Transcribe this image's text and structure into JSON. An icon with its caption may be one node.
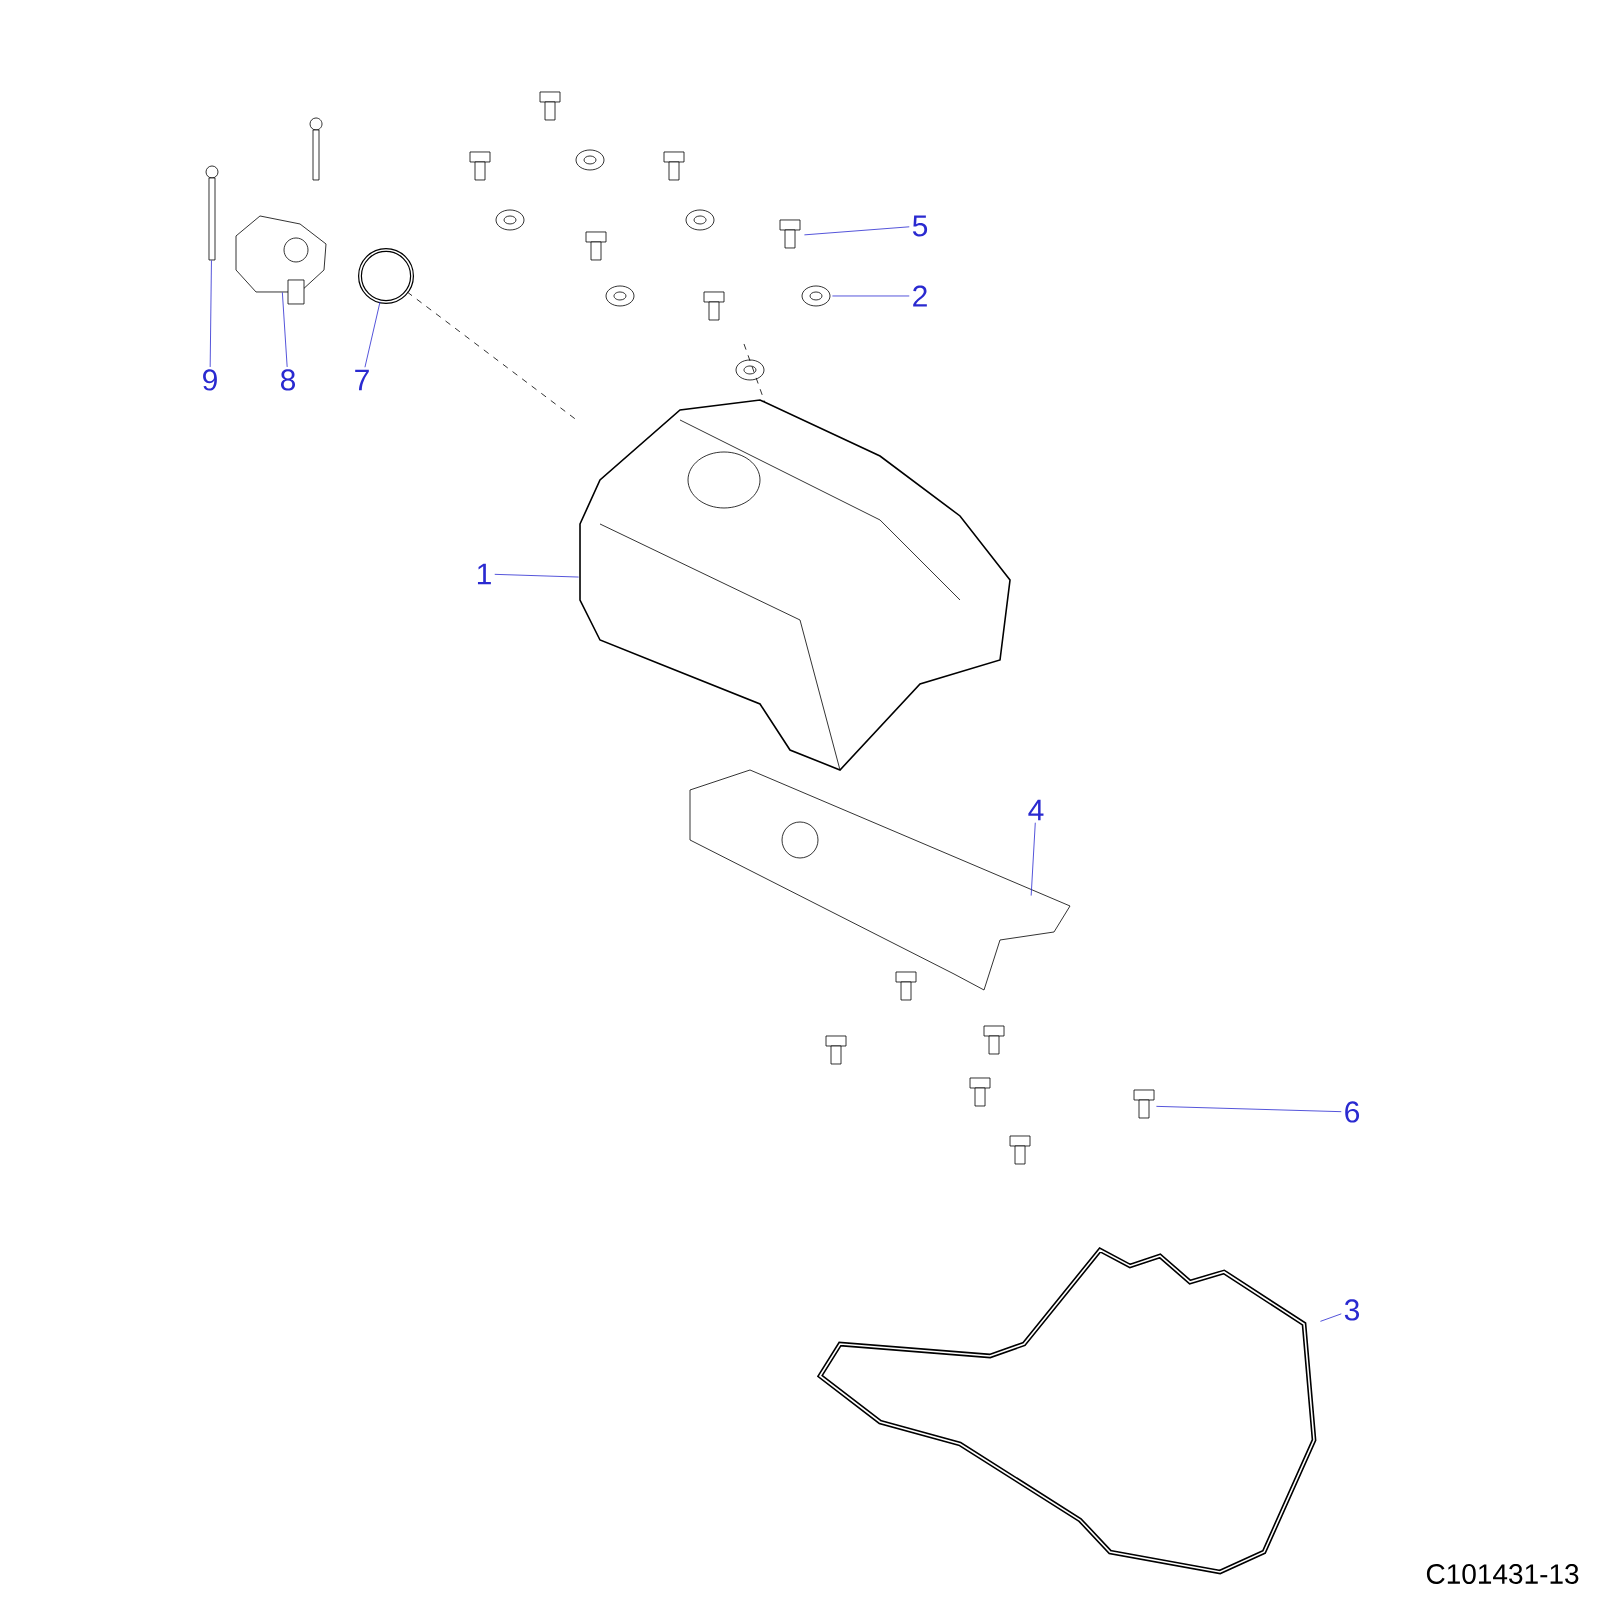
{
  "diagram": {
    "nodes": [
      {
        "text": [
          "1"
        ]
      },
      {
        "text": [
          "2"
        ]
      },
      {
        "text": [
          "3"
        ]
      },
      {
        "text": [
          "4"
        ]
      },
      {
        "text": [
          "5"
        ]
      },
      {
        "text": [
          "6"
        ]
      },
      {
        "text": [
          "7"
        ]
      },
      {
        "text": [
          "8"
        ]
      },
      {
        "text": [
          "9"
        ]
      },
      {
        "text": [],
        "shape": "picture"
      },
      {
        "text": [],
        "shape": "picture"
      },
      {
        "text": [],
        "shape": "picture"
      },
      {
        "text": [],
        "shape": "picture"
      },
      {
        "text": [],
        "shape": "picture"
      },
      {
        "text": [],
        "shape": "picture"
      },
      {
        "text": [],
        "shape": "circle"
      },
      {
        "text": [],
        "shape": "picture"
      },
      {
        "text": [],
        "shape": "picture"
      }
    ],
    "edges": [
      {
        "from": 0,
        "to": 9,
        "arrow": "none"
      },
      {
        "from": 1,
        "to": 10,
        "arrow": "none"
      },
      {
        "from": 2,
        "to": 11,
        "arrow": "none"
      },
      {
        "from": 3,
        "to": 12,
        "arrow": "none"
      },
      {
        "from": 4,
        "to": 13,
        "arrow": "none"
      },
      {
        "from": 5,
        "to": 14,
        "arrow": "none"
      },
      {
        "from": 6,
        "to": 15,
        "arrow": "none"
      },
      {
        "from": 7,
        "to": 16,
        "arrow": "none"
      },
      {
        "from": 8,
        "to": 17,
        "arrow": "none"
      },
      {
        "from": 15,
        "to": 9,
        "arrow": "none",
        "style": "dashed",
        "color": "#000000"
      }
    ],
    "labels": [
      "C101431-13"
    ]
  }
}
